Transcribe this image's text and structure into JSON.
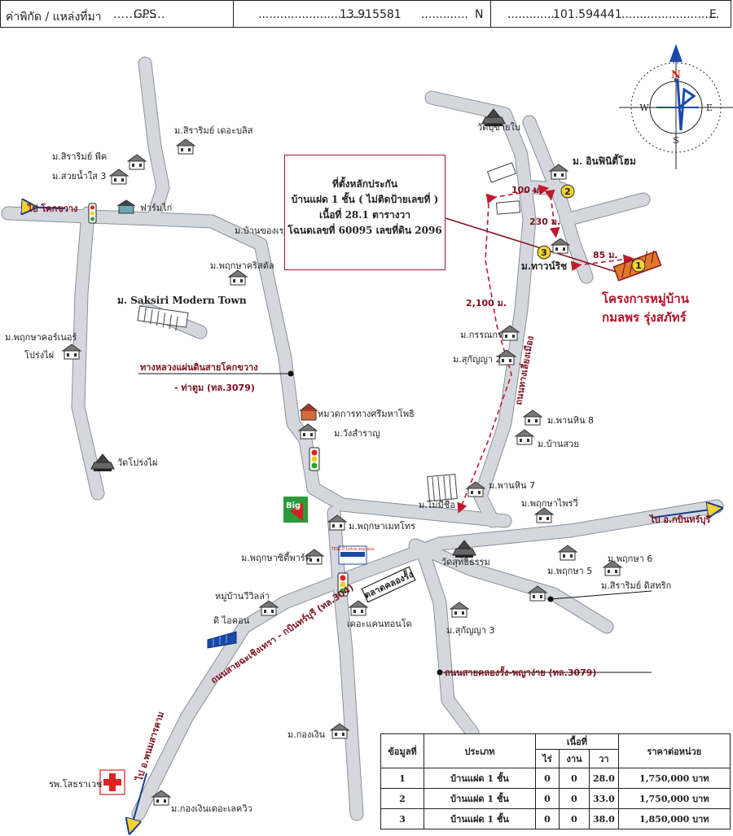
{
  "header": {
    "coord_label": "ค่าพิกัด / แหล่งที่มา",
    "source": "GPS",
    "lat": "13.915581",
    "lat_suffix": "N",
    "lon": "101.594441",
    "lon_suffix": "E"
  },
  "compass": {
    "n": "N",
    "s": "S",
    "e": "E",
    "w": "W"
  },
  "infobox": {
    "line1": "ที่ตั้งหลักประกัน",
    "line2": "บ้านแฝด 1 ชั้น  ( ไม่ติดป้ายเลขที่ )",
    "line3": "เนื้อที่ 28.1 ตารางวา",
    "line4": "โฉนดเลขที่ 60095 เลขที่ดิน 2096"
  },
  "project": {
    "line1": "โครงการหมู่บ้าน",
    "line2": "กมลพร รุ่งสภัทร์"
  },
  "distances": {
    "d100": "100 ม.",
    "d230": "230 ม.",
    "d85": "85 ม.",
    "d2100": "2,100 ม."
  },
  "markers": {
    "m1": "1",
    "m2": "2",
    "m3": "3"
  },
  "places": {
    "sirarom_bliss": "ม.สิราริมย์ เดอะบลิส",
    "sirarom_peak": "ม.สิราริมย์ พีค",
    "suan_nam_sai": "ม.สวยน้ำใส 3",
    "farm_kai": "ฟาร์มไก่",
    "baan_khong_rao": "ม.บ้านของเรา",
    "pruksa_krisada": "ม.พฤกษาคริสตัล",
    "saksiri": "ม. Saksiri Modern Town",
    "pruksa_corner_1": "ม.พฤกษาคอร์เนอร์",
    "pruksa_corner_2": "โปร่งไผ่",
    "wat_bung_khai_bai": "วัดบุขายใบ",
    "infinity_home": "ม. อินฟินิตี้โฮม",
    "town_rich": "ม.ทาวน์ริช",
    "karanakorn": "ม.กรรณกร",
    "sukanya2": "ม.สุกัญญา 2",
    "pan_hin8": "ม.พานหิน 8",
    "baan_suay": "ม.บ้านสวย",
    "mai_mee_chue": "ม.ไม่มีชื่อ",
    "pan_hin7": "ม.พานหิน 7",
    "pruksa_pri": "ม.พฤกษาไพรวี่",
    "school": "หมวดการทางศรีมหาโพธิ",
    "wang_samran": "ม.วังสำราญ",
    "wat_prong_pai": "วัดโปร่งไผ่",
    "pruksa_metro": "ม.พฤกษาเมทโทร",
    "pruksa_city_park": "ม.พฤกษาซิตี้พาร์ค",
    "baan_villa": "หมู่บ้านวีวิลล่า",
    "di_icon": "ดิ ไอคอน",
    "the_canton": "เดอะแคนทอนโด",
    "talad": "ตลาดคลองรั้ง",
    "wat_suthi": "วัดสุทธิธรรม",
    "pruksa5": "ม.พฤกษา 5",
    "pruksa6": "ม.พฤกษา 6",
    "sirarom_district": "ม.สิราริมย์ ดิสทริก",
    "sukanya3": "ม.สุกัญญา 3",
    "kong_ngern": "ม.กองเงิน",
    "kong_ngern_lake": "ม.กองเงินเดอะเลควิว",
    "hospital": "รพ.โสธราเวช",
    "big_c": "Big",
    "tesco": "TESCO Lotus express"
  },
  "roads": {
    "to_khok": "ไป โคกขวาง",
    "to_kabin": "ไป อ.กบินทร์บุรี",
    "to_phanom": "ไป อ.พนมสารคาม",
    "rural_road_1": "ทางหลวงแผ่นดินสายโคกขวาง",
    "rural_road_2": "- ท่าตูม (ทล.3079)",
    "road_klongrang": "ถนนสายคลองรั้ง-พญาง่าย (ทล.3079)",
    "road_304": "ถนนสายฉะเชิงเทรา - กบินทร์บุรี (ทล.304)",
    "vertical_road": "ถนนทางเลี่ยงเมือง"
  },
  "table": {
    "headers": {
      "no": "ข้อมูลที่",
      "type": "ประเภท",
      "area": "เนื้อที่",
      "rai": "ไร่",
      "ngan": "งาน",
      "wa": "วา",
      "price": "ราคาต่อหน่วย"
    },
    "rows": [
      {
        "no": "1",
        "type": "บ้านแฝด 1 ชั้น",
        "rai": "0",
        "ngan": "0",
        "wa": "28.0",
        "price": "1,750,000 บาท"
      },
      {
        "no": "2",
        "type": "บ้านแฝด 1 ชั้น",
        "rai": "0",
        "ngan": "0",
        "wa": "33.0",
        "price": "1,750,000 บาท"
      },
      {
        "no": "3",
        "type": "บ้านแฝด 1 ชั้น",
        "rai": "0",
        "ngan": "0",
        "wa": "38.0",
        "price": "1,850,000 บาท"
      }
    ]
  },
  "colors": {
    "road": "#d4d8de",
    "accent": "#b2132a",
    "marker": "#f6d232"
  }
}
